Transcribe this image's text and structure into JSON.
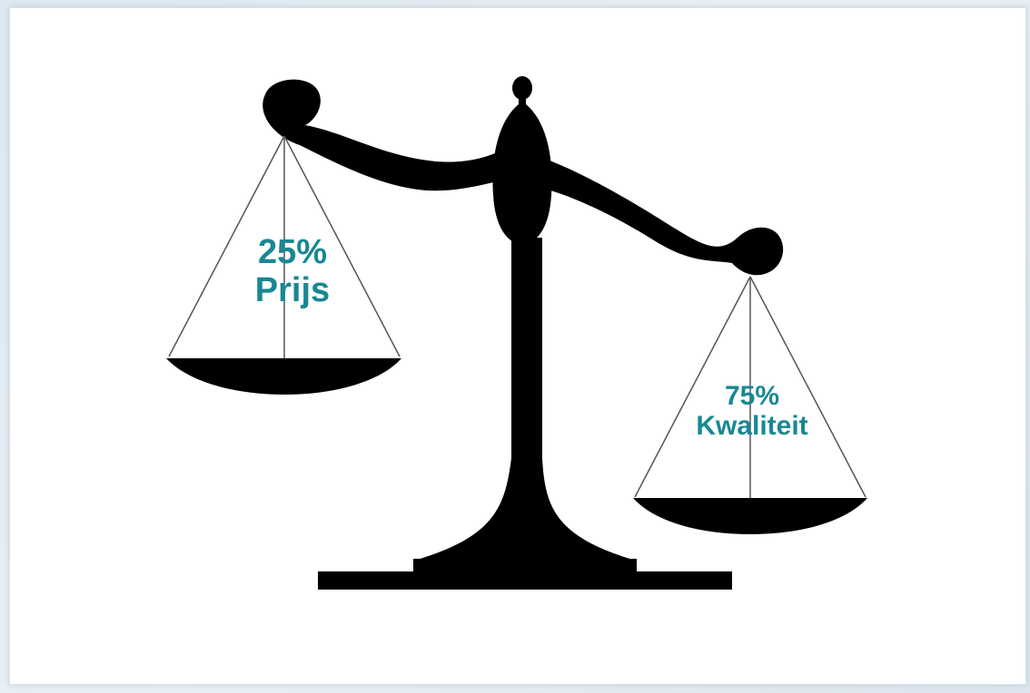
{
  "colors": {
    "label": "#188894",
    "silhouette": "#000000",
    "background": "#ffffff"
  },
  "left_pan": {
    "percent": "25%",
    "label": "Prijs",
    "weight_fraction": 0.25
  },
  "right_pan": {
    "percent": "75%",
    "label": "Kwaliteit",
    "weight_fraction": 0.75
  }
}
